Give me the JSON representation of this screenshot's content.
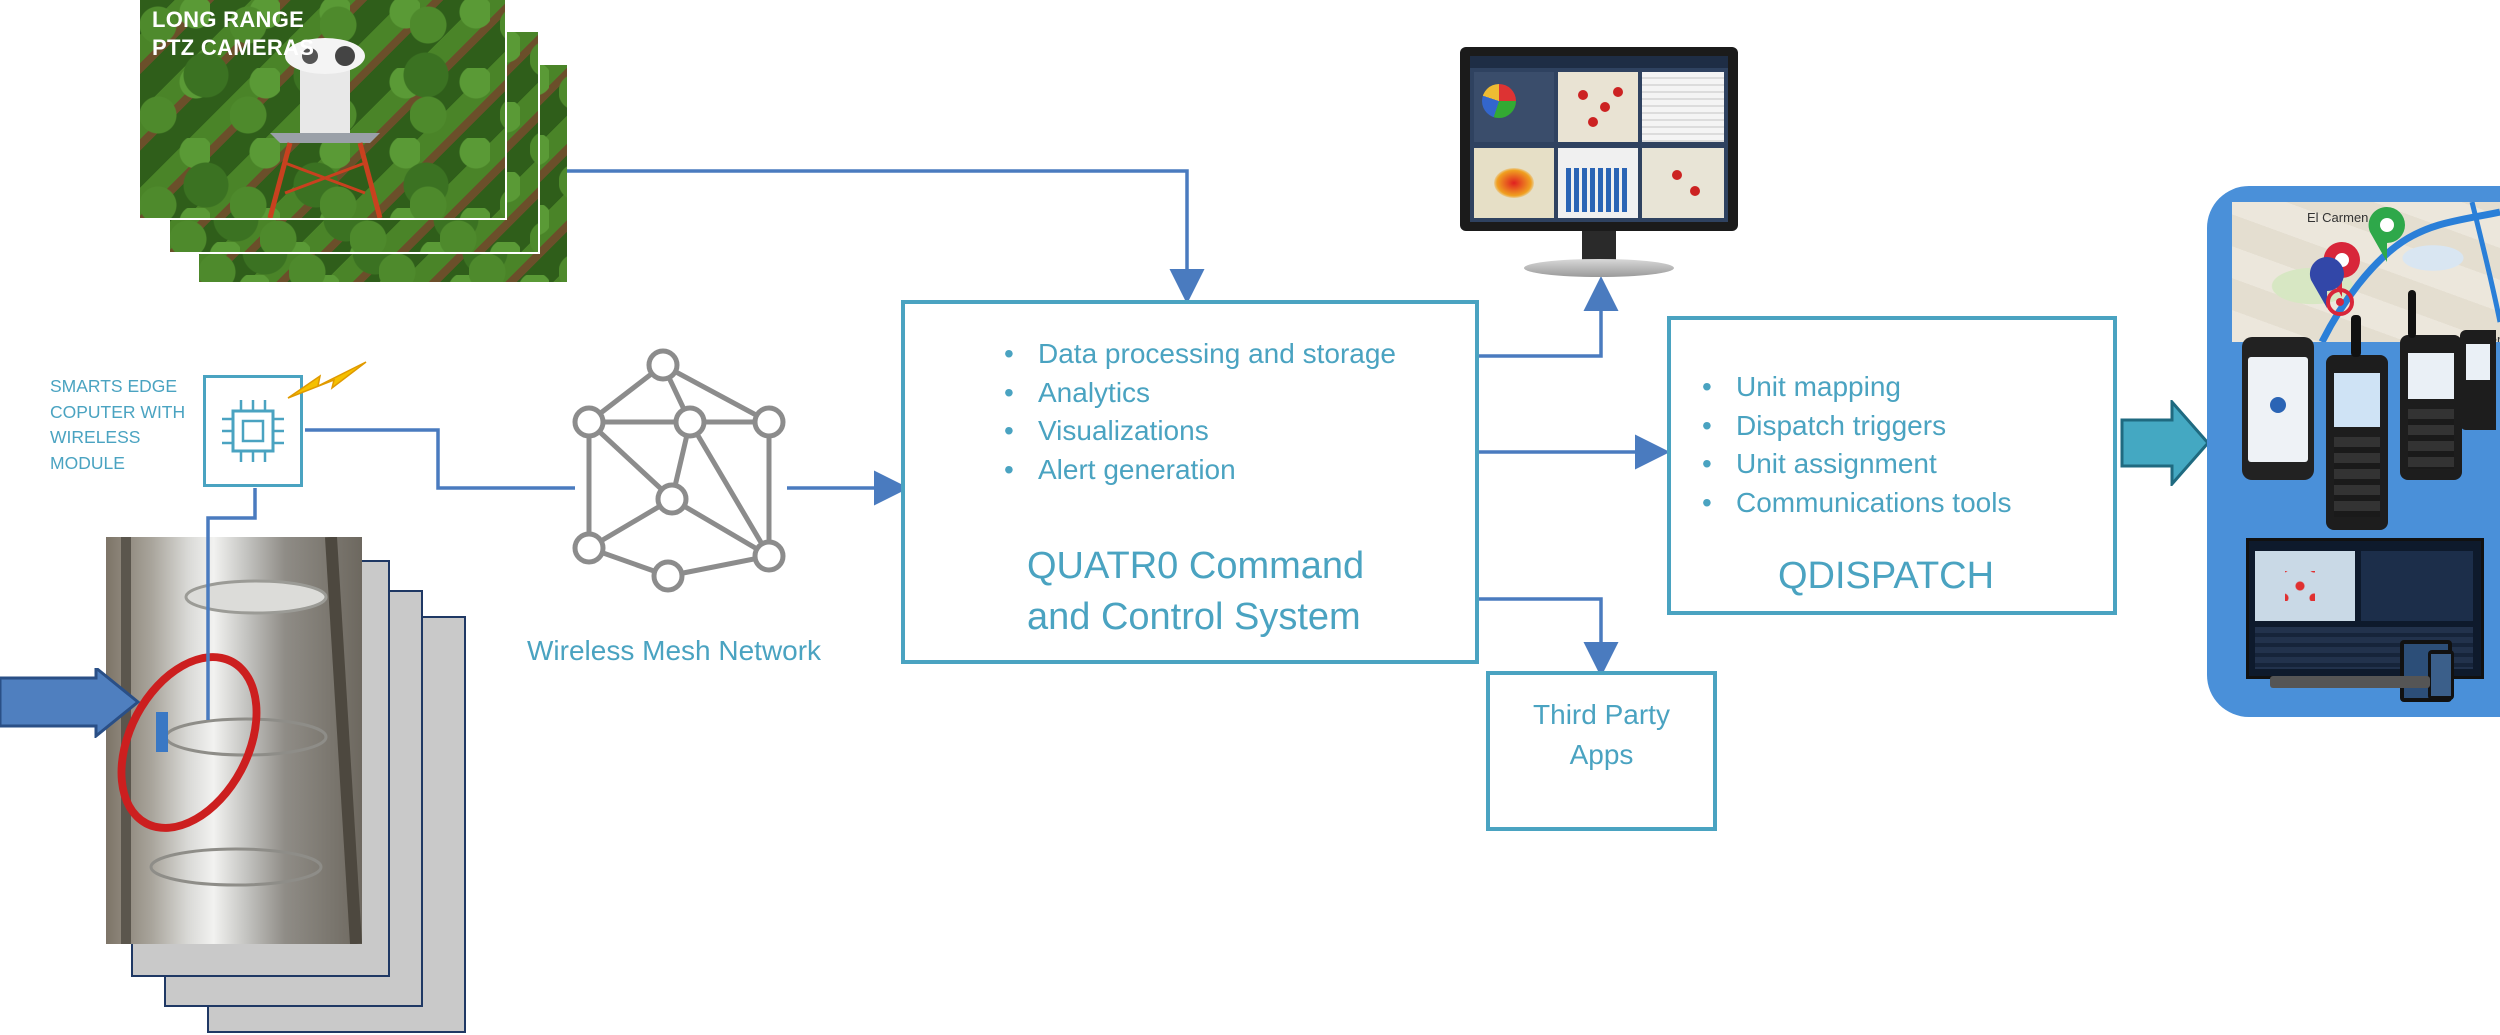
{
  "cameras": {
    "label_line1": "LONG RANGE",
    "label_line2": "PTZ CAMERAS"
  },
  "edge": {
    "label_lines": [
      "SMARTS EDGE",
      "COPUTER WITH",
      "WIRELESS",
      "MODULE"
    ]
  },
  "mesh": {
    "label": "Wireless Mesh Network"
  },
  "quatro": {
    "bullets": [
      "Data processing and storage",
      "Analytics",
      "Visualizations",
      "Alert generation"
    ],
    "title_line1": "QUATR0 Command",
    "title_line2": "and Control System"
  },
  "qdispatch": {
    "bullets": [
      "Unit mapping",
      "Dispatch triggers",
      "Unit assignment",
      "Communications tools"
    ],
    "title": "QDISPATCH"
  },
  "third_party": {
    "line1": "Third Party",
    "line2": "Apps"
  },
  "map": {
    "place1": "El Carmen",
    "place2": "eser"
  },
  "colors": {
    "line": "#4a7bbf",
    "box": "#4aa3c1",
    "panel": "#4a90d9",
    "text": "#4aa3c1"
  }
}
